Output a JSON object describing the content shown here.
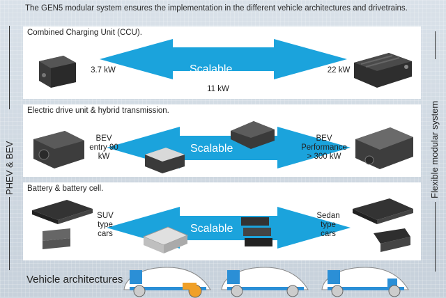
{
  "header": {
    "title": "The GEN5 modular system ensures the implementation in the different vehicle architectures and drivetrains."
  },
  "side": {
    "left": "PHEV & BEV",
    "right": "Flexible modular system"
  },
  "panels": [
    {
      "title": "Combined Charging Unit (CCU).",
      "left_label": "3.7 kW",
      "right_label": "22 kW",
      "center_label": "Scalable",
      "bottom_label": "11 kW"
    },
    {
      "title": "Electric drive unit & hybrid transmission.",
      "left_label": "BEV entry 90 kW",
      "right_label": "BEV Performance > 300 kW",
      "center_label": "Scalable"
    },
    {
      "title": "Battery & battery cell.",
      "left_label": "SUV type cars",
      "right_label": "Sedan type cars",
      "center_label": "Scalable"
    }
  ],
  "footer": {
    "label": "Vehicle architectures"
  },
  "colors": {
    "arrow": "#1ba3dc",
    "accent_blue": "#2b8fd6",
    "accent_orange": "#f0a028"
  }
}
